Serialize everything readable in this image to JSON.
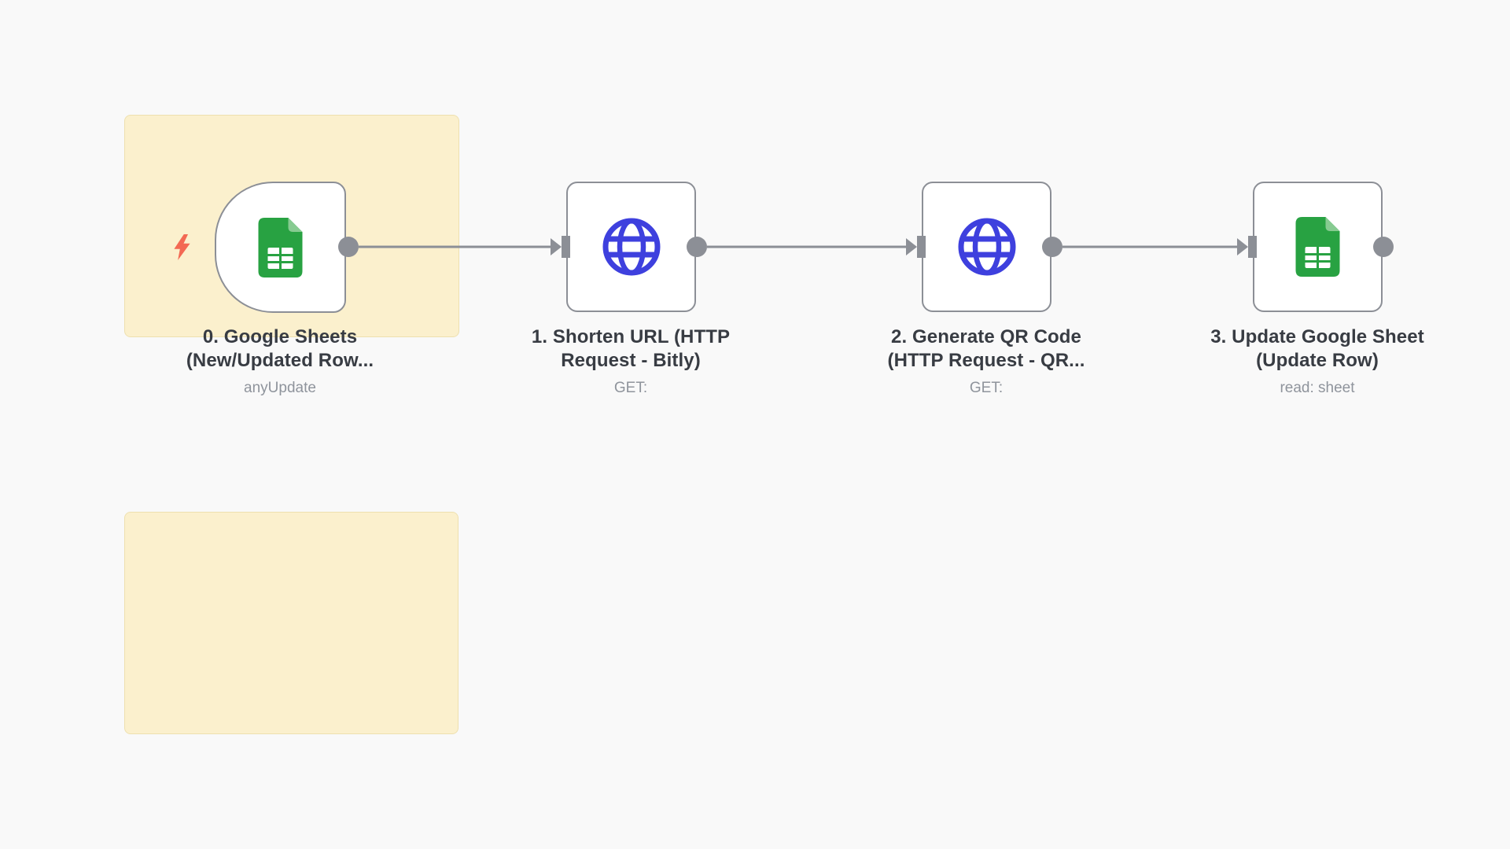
{
  "colors": {
    "canvas-bg": "#f9f9f9",
    "sticky-fill": "#fbf0cd",
    "sticky-border": "#eee0af",
    "node-border": "#8c8f96",
    "connector-gray": "#8c8f96",
    "title-color": "#383c43",
    "subtitle-color": "#8f949c",
    "bolt-coral": "#f36953",
    "globe-blue": "#3e40de",
    "sheets-green": "#28a242",
    "sheets-green-light": "#87cb91"
  },
  "canvas": {
    "type": "workflow-editor-canvas",
    "sticky_notes": [
      {
        "id": "sticky-1",
        "text": ""
      },
      {
        "id": "sticky-2",
        "text": ""
      }
    ]
  },
  "nodes": [
    {
      "id": "0",
      "kind": "trigger",
      "icon": "google-sheets",
      "title_line1": "0. Google Sheets",
      "title_line2": "(New/Updated Row...",
      "subtitle": "anyUpdate"
    },
    {
      "id": "1",
      "kind": "action",
      "icon": "globe",
      "title_line1": "1. Shorten URL (HTTP",
      "title_line2": "Request - Bitly)",
      "subtitle": "GET:"
    },
    {
      "id": "2",
      "kind": "action",
      "icon": "globe",
      "title_line1": "2. Generate QR Code",
      "title_line2": "(HTTP Request - QR...",
      "subtitle": "GET:"
    },
    {
      "id": "3",
      "kind": "action",
      "icon": "google-sheets",
      "title_line1": "3. Update Google Sheet",
      "title_line2": "(Update Row)",
      "subtitle": "read: sheet"
    }
  ]
}
